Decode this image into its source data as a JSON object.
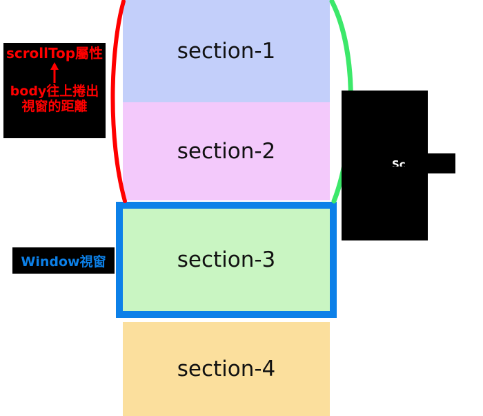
{
  "diagram": {
    "title": "scrollTop / Window viewport diagram",
    "colors": {
      "section1_bg": "#c3cffa",
      "section2_bg": "#f3c9fb",
      "section3_bg": "#c9f5c2",
      "section4_bg": "#fbdf9d",
      "window_border": "#0c80e8",
      "left_arc": "#ff0000",
      "right_arc": "#3ce86a",
      "note_bg": "#000000",
      "note_red_text": "#ff0000",
      "note_blue_text": "#0c80e8",
      "note_white_text": "#ffffff"
    }
  },
  "sections": [
    {
      "id": "section-1",
      "label": "section-1"
    },
    {
      "id": "section-2",
      "label": "section-2"
    },
    {
      "id": "section-3",
      "label": "section-3"
    },
    {
      "id": "section-4",
      "label": "section-4"
    }
  ],
  "annotations": {
    "scroll_top": {
      "line1": "scrollTop屬性",
      "arrow": "up-arrow-icon",
      "line2": "body往上捲出",
      "line3": "視窗的距離"
    },
    "window": {
      "label": "Window視窗"
    },
    "right": {
      "label": "Sc",
      "occluded": true
    }
  }
}
